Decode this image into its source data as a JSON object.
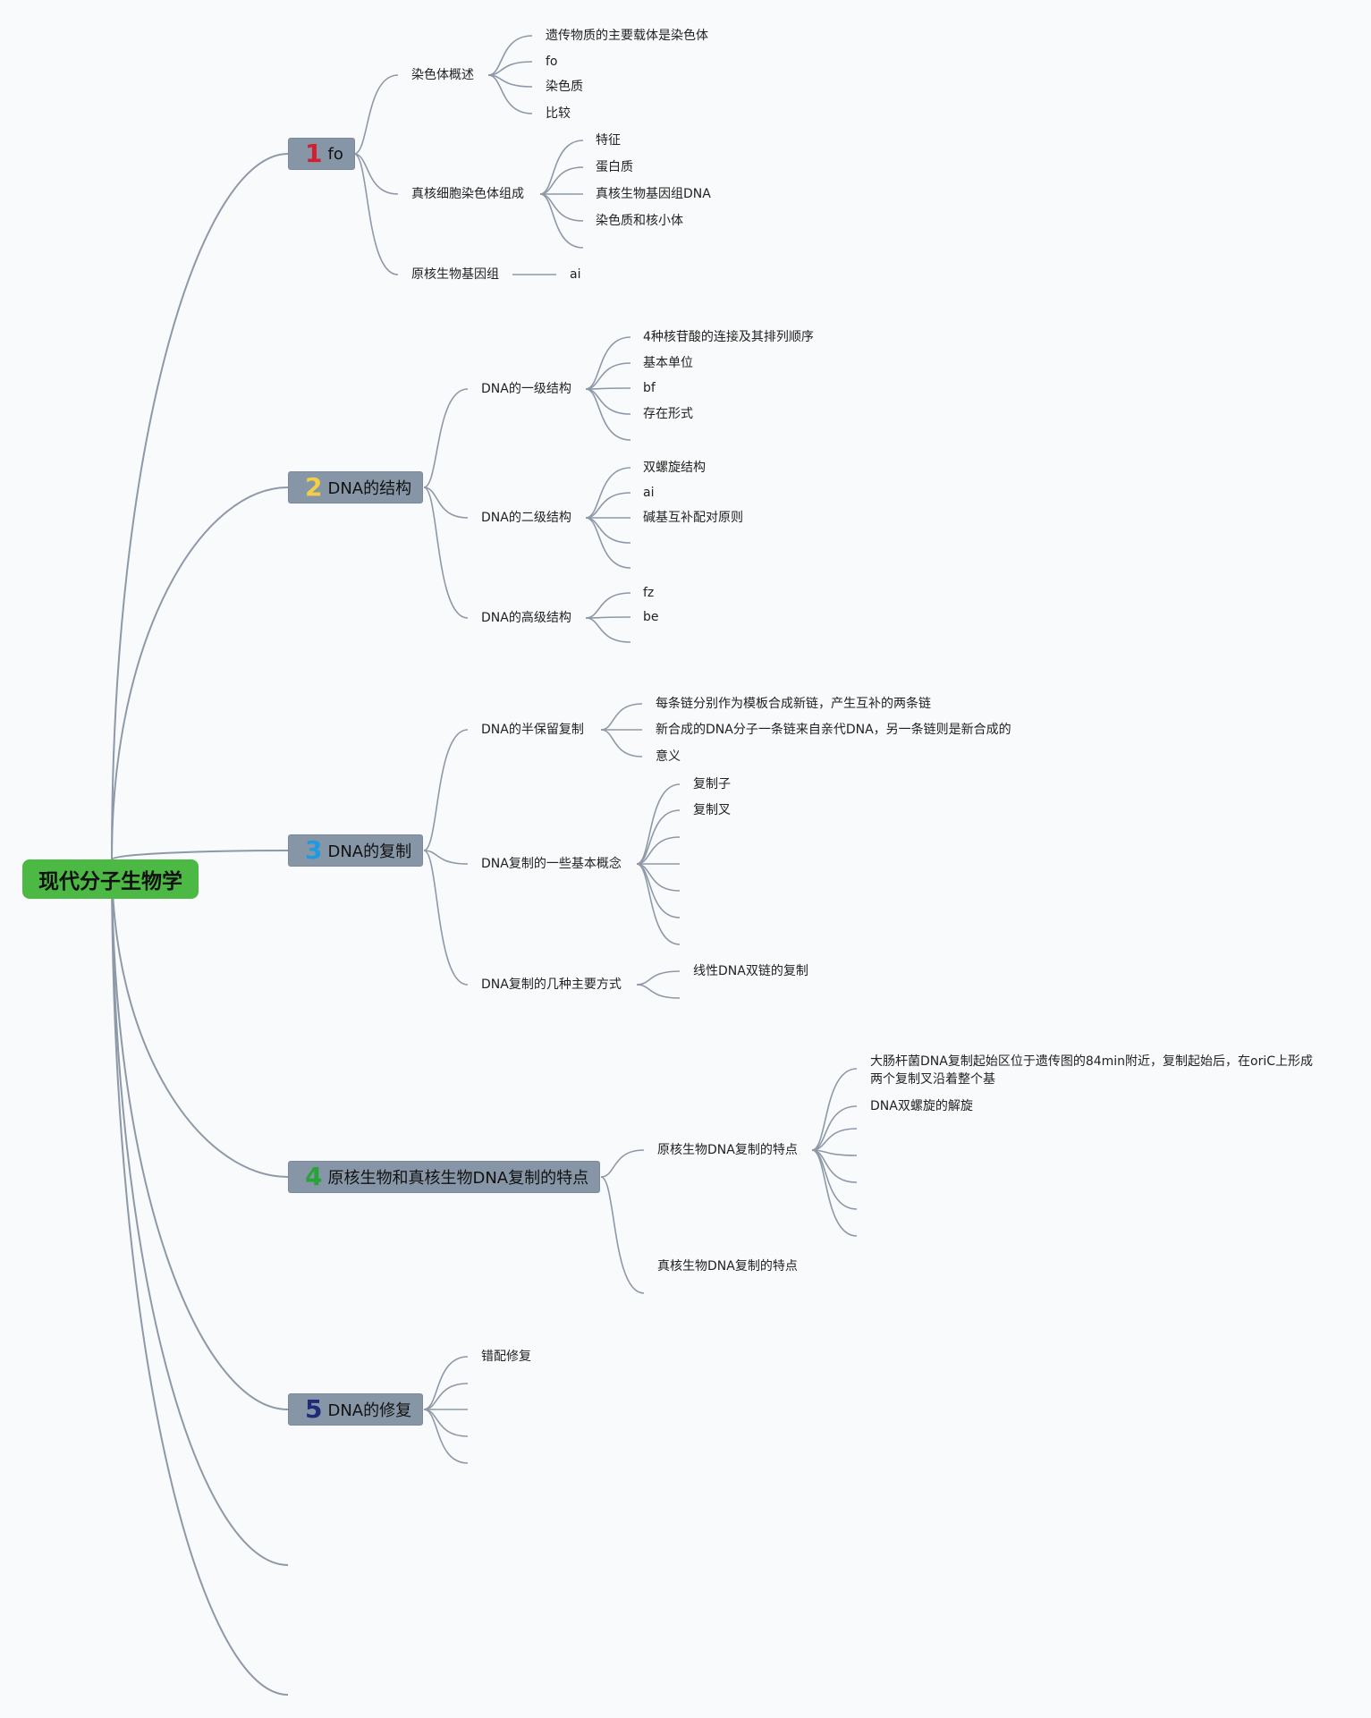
{
  "root": "现代分子生物学",
  "colors": {
    "link": "#8e99a8",
    "root": "#4cb944",
    "topic": "#8796a7"
  },
  "topics": [
    {
      "num": "1",
      "num_color": "#d01f2e",
      "label": "fo",
      "children": [
        {
          "label": "染色体概述",
          "children": [
            "遗传物质的主要载体是染色体",
            "fo",
            "染色质",
            "比较"
          ]
        },
        {
          "label": "真核细胞染色体组成",
          "children": [
            "特征",
            "蛋白质",
            "真核生物基因组DNA",
            "染色质和核小体",
            ""
          ]
        },
        {
          "label": "原核生物基因组",
          "children": [
            "ai"
          ]
        }
      ]
    },
    {
      "num": "2",
      "num_color": "#f2cf45",
      "label": "DNA的结构",
      "children": [
        {
          "label": "DNA的一级结构",
          "children": [
            "4种核苷酸的连接及其排列顺序",
            "基本单位",
            "bf",
            "存在形式",
            ""
          ]
        },
        {
          "label": "DNA的二级结构",
          "children": [
            "双螺旋结构",
            "ai",
            "碱基互补配对原则",
            "",
            ""
          ]
        },
        {
          "label": "DNA的高级结构",
          "children": [
            "fz",
            "be",
            ""
          ]
        }
      ]
    },
    {
      "num": "3",
      "num_color": "#1f9ae0",
      "label": "DNA的复制",
      "children": [
        {
          "label": "DNA的半保留复制",
          "children": [
            "每条链分别作为模板合成新链，产生互补的两条链",
            "新合成的DNA分子一条链来自亲代DNA，另一条链则是新合成的",
            "意义"
          ]
        },
        {
          "label": "DNA复制的一些基本概念",
          "children": [
            "复制子",
            "复制叉",
            "",
            "",
            "",
            "",
            ""
          ]
        },
        {
          "label": "DNA复制的几种主要方式",
          "children": [
            "线性DNA双链的复制",
            ""
          ]
        }
      ]
    },
    {
      "num": "4",
      "num_color": "#27a33a",
      "label": "原核生物和真核生物DNA复制的特点",
      "children": [
        {
          "label": "原核生物DNA复制的特点",
          "children": [
            "大肠杆菌DNA复制起始区位于遗传图的84min附近，复制起始后，在oriC上形成两个复制叉沿着整个基",
            "DNA双螺旋的解旋",
            "",
            "",
            "",
            "",
            ""
          ]
        },
        {
          "label": "真核生物DNA复制的特点",
          "children": []
        }
      ]
    },
    {
      "num": "5",
      "num_color": "#1e2a7a",
      "label": "DNA的修复",
      "children": [
        {
          "label": "错配修复",
          "children": []
        },
        {
          "label": "",
          "children": []
        },
        {
          "label": "",
          "children": []
        },
        {
          "label": "",
          "children": []
        },
        {
          "label": "",
          "children": []
        }
      ]
    }
  ]
}
